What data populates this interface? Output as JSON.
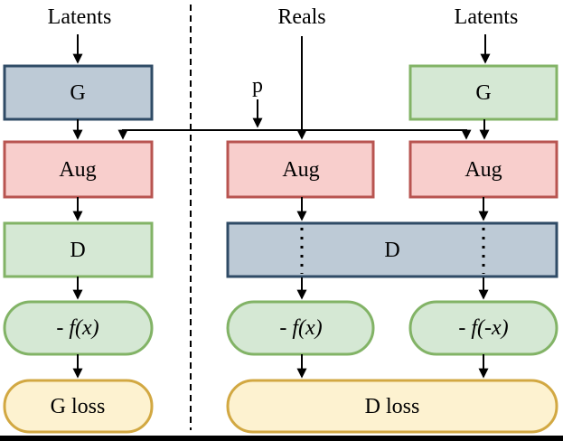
{
  "inputs": {
    "latents_left": "Latents",
    "reals": "Reals",
    "latents_right": "Latents",
    "aug_probability": "p"
  },
  "left_pipeline": {
    "generator": "G",
    "augment": "Aug",
    "discriminator": "D",
    "score": "- f(x)",
    "loss": "G loss"
  },
  "middle_pipeline": {
    "augment": "Aug",
    "score": "- f(x)"
  },
  "right_pipeline": {
    "generator": "G",
    "augment": "Aug",
    "score": "- f(-x)"
  },
  "shared": {
    "discriminator": "D",
    "loss": "D loss"
  },
  "colors": {
    "blue_fill": "#bdcad6",
    "blue_stroke": "#2f4b66",
    "red_fill": "#f8cecc",
    "red_stroke": "#b85450",
    "green_fill": "#d5e8d4",
    "green_stroke": "#82b366",
    "yellow_fill": "#fdf2d0",
    "yellow_stroke": "#d2a842",
    "p_label_color": "#4ca22a",
    "ink": "#000000"
  }
}
